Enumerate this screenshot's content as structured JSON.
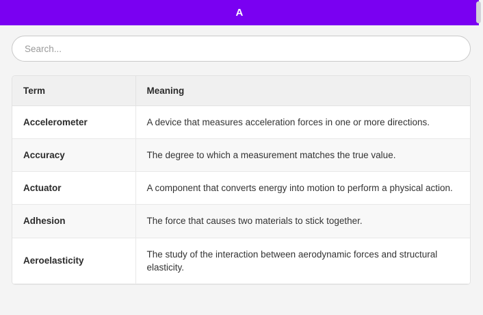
{
  "header": {
    "title": "A",
    "background_color": "#7a00f2",
    "title_color": "#ffffff"
  },
  "scrollbar": {
    "orientation": "vertical",
    "thumb_color": "#d4d0d8"
  },
  "search": {
    "placeholder": "Search...",
    "value": ""
  },
  "table": {
    "columns": [
      "Term",
      "Meaning"
    ],
    "rows": [
      {
        "term": "Accelerometer",
        "meaning": "A device that measures acceleration forces in one or more directions."
      },
      {
        "term": "Accuracy",
        "meaning": "The degree to which a measurement matches the true value."
      },
      {
        "term": "Actuator",
        "meaning": "A component that converts energy into motion to perform a physical action."
      },
      {
        "term": "Adhesion",
        "meaning": "The force that causes two materials to stick together."
      },
      {
        "term": "Aeroelasticity",
        "meaning": "The study of the interaction between aerodynamic forces and structural elasticity."
      }
    ]
  }
}
